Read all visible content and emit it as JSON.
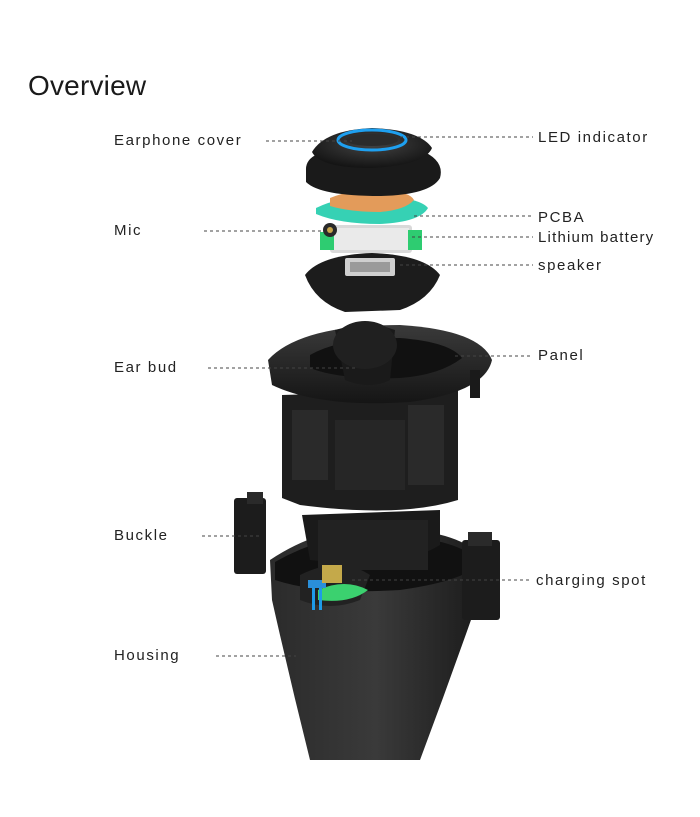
{
  "title": "Overview",
  "labels": {
    "earphone_cover": "Earphone cover",
    "mic": "Mic",
    "ear_bud": "Ear bud",
    "buckle": "Buckle",
    "housing": "Housing",
    "led_indicator": "LED indicator",
    "pcba": "PCBA",
    "lithium_battery": "Lithium battery",
    "speaker": "speaker",
    "panel": "Panel",
    "charging_spot": "charging spot"
  },
  "colors": {
    "plastic": "#1e1e1e",
    "led_ring": "#1ea0f0",
    "pcba_green": "#2ecc71",
    "pcba_teal": "#36d1b4",
    "battery_orange": "#e39b5a",
    "contact_blue": "#1e9be8"
  }
}
